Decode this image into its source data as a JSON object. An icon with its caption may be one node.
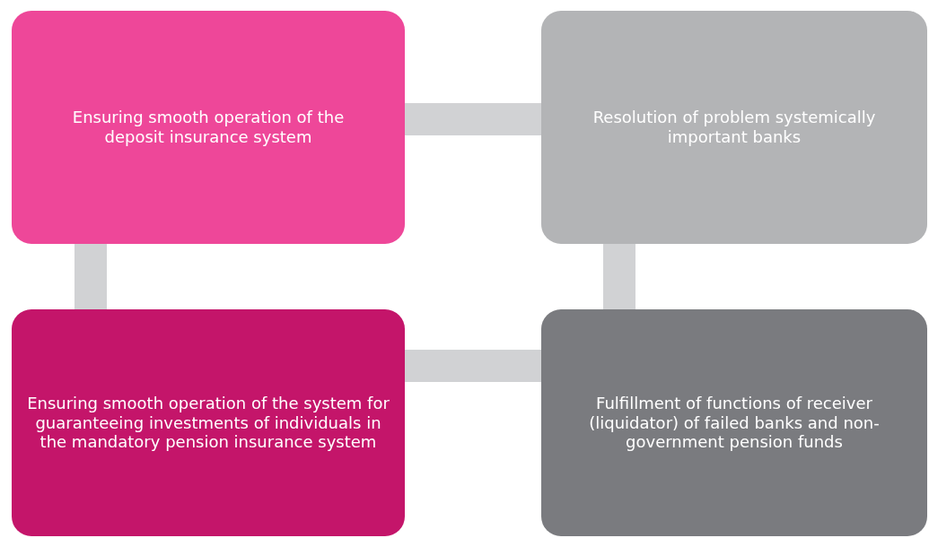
{
  "diagram": {
    "nodes": [
      {
        "text": [
          "Ensuring smooth operation of the deposit insurance system"
        ]
      },
      {
        "text": [
          "Resolution of problem systemically important banks"
        ]
      },
      {
        "text": [
          "Ensuring smooth operation of the system for guaranteeing investments of individuals in the mandatory pension insurance system"
        ]
      },
      {
        "text": [
          "Fulfillment of functions of receiver (liquidator) of failed banks and non-government pension funds"
        ]
      }
    ],
    "edges": [
      {
        "from": 0,
        "to": 1,
        "arrow": "none"
      },
      {
        "from": 0,
        "to": 2,
        "arrow": "none"
      },
      {
        "from": 1,
        "to": 3,
        "arrow": "none"
      },
      {
        "from": 2,
        "to": 3,
        "arrow": "none"
      }
    ]
  }
}
